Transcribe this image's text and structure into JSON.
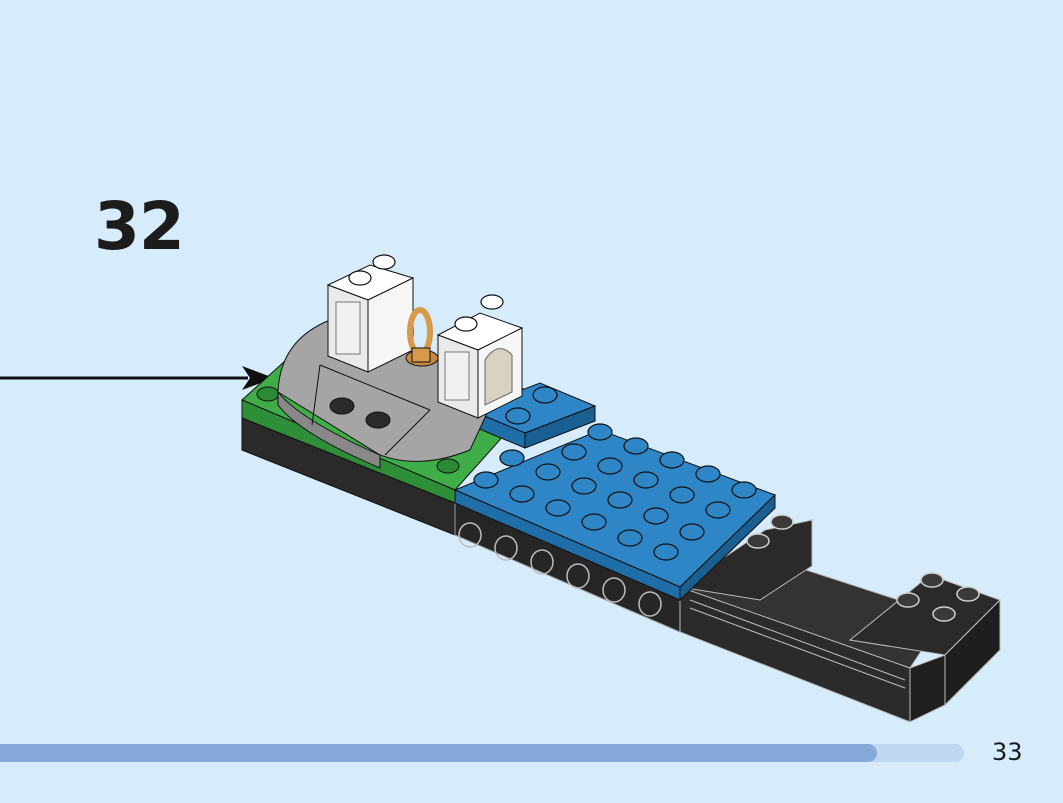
{
  "step": {
    "number": "32"
  },
  "footer": {
    "page_number": "33",
    "progress": 0.91
  },
  "colors": {
    "background": "#d6ecfb",
    "blue_plate": "#2f86c6",
    "green_plate": "#3fae49",
    "gray_tiles": "#a5a5a5",
    "black_base": "#262626",
    "white_bricks": "#f4f4f4",
    "gold_piece": "#d69a4a",
    "progress_bar": "#86a9d9"
  }
}
